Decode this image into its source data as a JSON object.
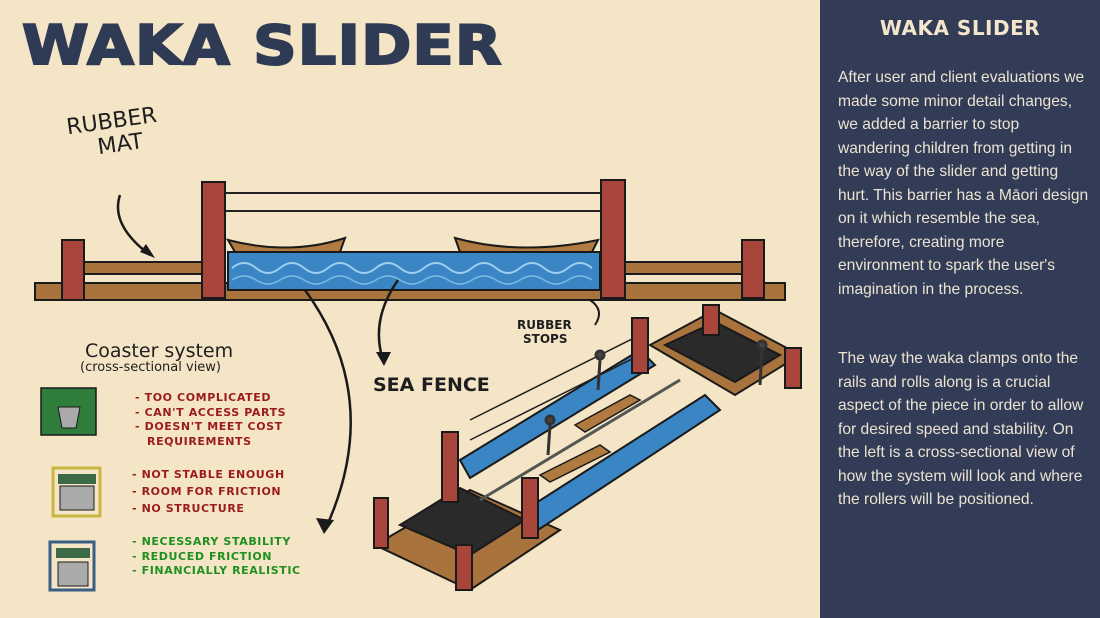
{
  "title": "WAKA SLIDER",
  "panel": {
    "heading": "WAKA SLIDER",
    "paragraph1": "After user and client evaluations we made some minor detail changes, we added a barrier to stop wandering children from getting in the way of the slider and getting hurt. This barrier has a Māori design on it which resemble the sea, therefore, creating more environment to spark the user's imagination in the process.",
    "paragraph2": "The way the waka clamps onto the rails and rolls along is a crucial aspect of the piece in order to allow for desired speed and stability. On the left is a cross-sectional view of how the system will look and where the rollers will be positioned."
  },
  "labels": {
    "rubber_mat_1": "RUBBER",
    "rubber_mat_2": "MAT",
    "sea_fence": "SEA FENCE",
    "rubber_stops_1": "RUBBER",
    "rubber_stops_2": "STOPS",
    "coaster_title": "Coaster system",
    "coaster_subtitle": "(cross-sectional view)"
  },
  "options": [
    {
      "notes": [
        "- TOO COMPLICATED",
        "- CAN'T ACCESS PARTS",
        "- DOESN'T MEET COST",
        "REQUIREMENTS"
      ],
      "color": "#2f7d3a"
    },
    {
      "notes": [
        "- NOT STABLE ENOUGH",
        "- ROOM FOR FRICTION",
        "- NO STRUCTURE"
      ],
      "color": "#c9b640"
    },
    {
      "notes": [
        "- NECESSARY STABILITY",
        "- REDUCED FRICTION",
        "- FINANCIALLY REALISTIC"
      ],
      "color": "#3a5f86"
    }
  ]
}
